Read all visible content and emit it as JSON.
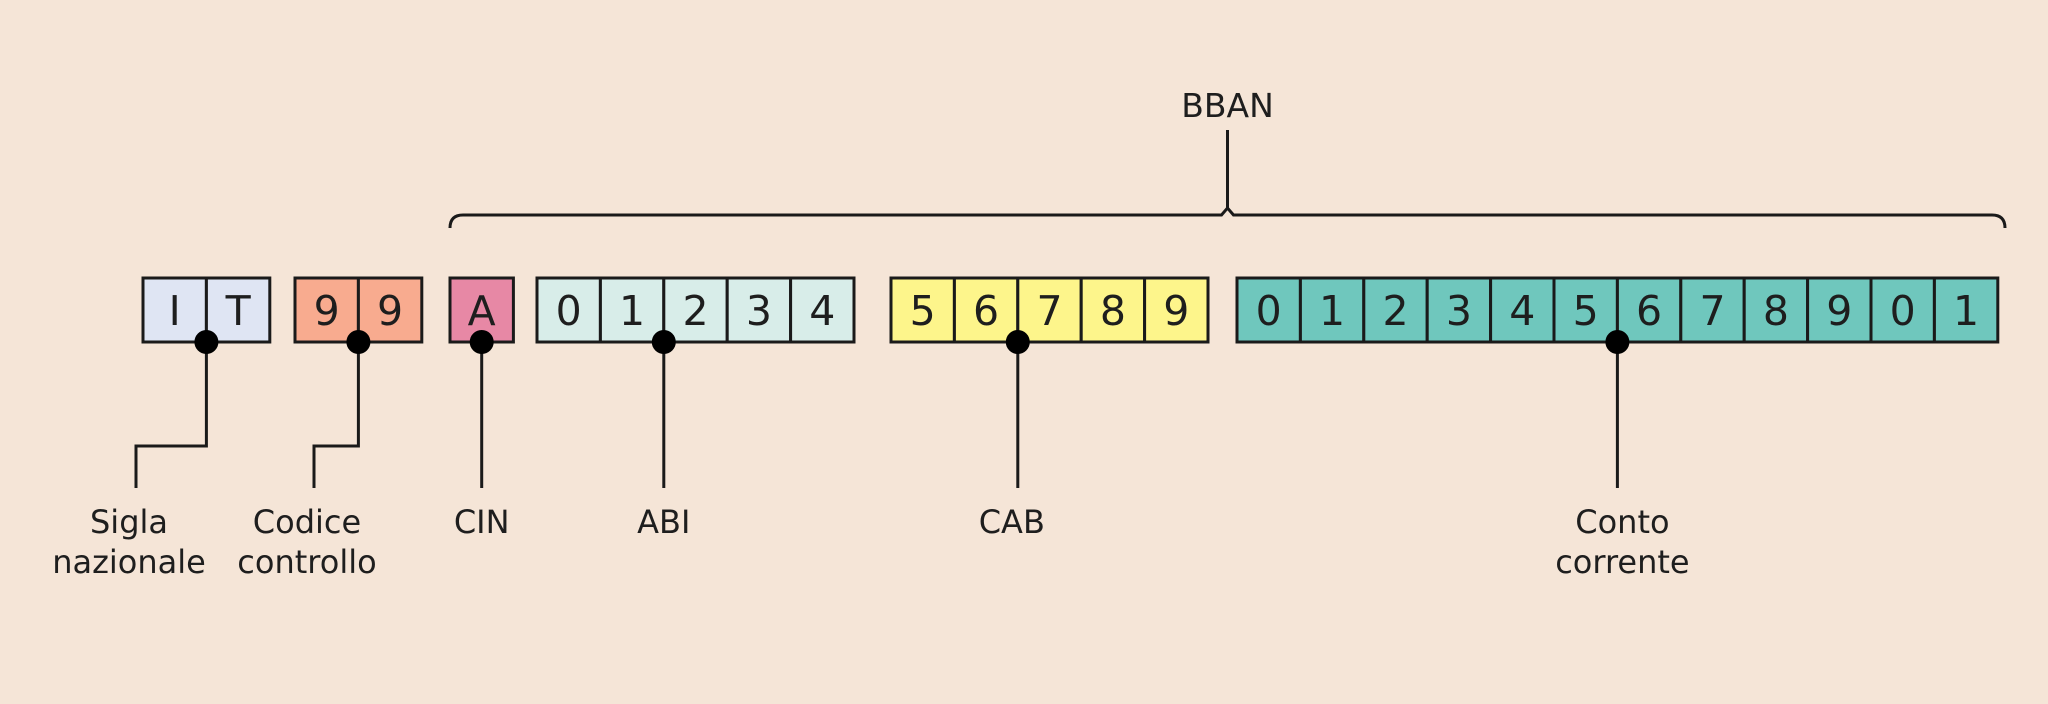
{
  "title": "BBAN",
  "groups": [
    {
      "id": "sigla",
      "chars": [
        "I",
        "T"
      ],
      "fill": "#dfe5f3",
      "label_lines": [
        "Sigla",
        "nazionale"
      ],
      "pointer_index": 1
    },
    {
      "id": "codice",
      "chars": [
        "9",
        "9"
      ],
      "fill": "#f8ab8f",
      "label_lines": [
        "Codice",
        "controllo"
      ],
      "pointer_index": 1
    },
    {
      "id": "cin",
      "chars": [
        "A"
      ],
      "fill": "#e788a5",
      "label_lines": [
        "CIN"
      ],
      "pointer_index": 0
    },
    {
      "id": "abi",
      "chars": [
        "0",
        "1",
        "2",
        "3",
        "4"
      ],
      "fill": "#d8ede9",
      "label_lines": [
        "ABI"
      ],
      "pointer_index": 2
    },
    {
      "id": "cab",
      "chars": [
        "5",
        "6",
        "7",
        "8",
        "9"
      ],
      "fill": "#fdf58b",
      "label_lines": [
        "CAB"
      ],
      "pointer_index": 2
    },
    {
      "id": "conto",
      "chars": [
        "0",
        "1",
        "2",
        "3",
        "4",
        "5",
        "6",
        "7",
        "8",
        "9",
        "0",
        "1"
      ],
      "fill": "#6fc7bd",
      "label_lines": [
        "Conto",
        "corrente"
      ],
      "pointer_index": 6
    }
  ],
  "bban_span": [
    "cin",
    "conto"
  ]
}
